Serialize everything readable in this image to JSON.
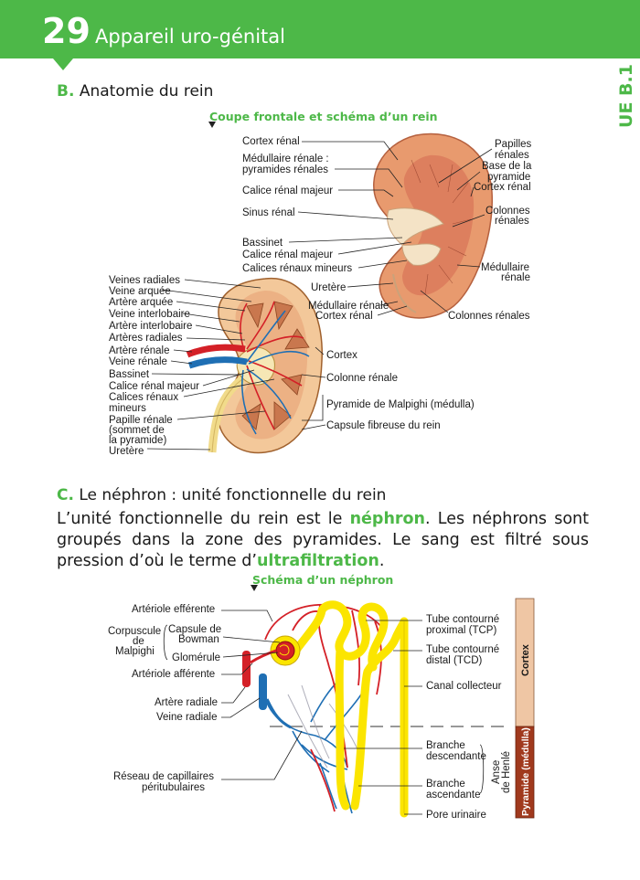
{
  "header": {
    "chapter_number": "29",
    "chapter_title": "Appareil uro-génital",
    "side_tab": "UE B.1"
  },
  "section_b": {
    "letter": "B.",
    "title": "Anatomie du rein"
  },
  "figure1": {
    "title": "Coupe frontale et schéma d’un rein",
    "labels": {
      "cortex_renal": "Cortex rénal",
      "medullaire_renale_1": "Médullaire rénale :",
      "medullaire_renale_2": "pyramides rénales",
      "calice_majeur_top": "Calice rénal majeur",
      "sinus_renal": "Sinus rénal",
      "bassinet_top": "Bassinet",
      "calice_majeur_top2": "Calice rénal majeur",
      "calices_mineurs_top": "Calices rénaux mineurs",
      "uretere_mid": "Uretère",
      "medullaire_renale_mid": "Médullaire rénale",
      "cortex_renal_mid": "Cortex rénal",
      "papilles_1": "Papilles",
      "papilles_2": "rénales",
      "base_1": "Base de la",
      "base_2": "pyramide",
      "cortex_right": "Cortex rénal",
      "colonnes_1": "Colonnes",
      "colonnes_2": "rénales",
      "medullaire_right_1": "Médullaire",
      "medullaire_right_2": "rénale",
      "colonnes_renales_bottom": "Colonnes rénales",
      "veines_radiales": "Veines radiales",
      "veine_arquee": "Veine arquée",
      "artere_arquee": "Artère arquée",
      "veine_interlobaire": "Veine interlobaire",
      "artere_interlobaire": "Artère interlobaire",
      "arteres_radiales": "Artères radiales",
      "artere_renale": "Artère rénale",
      "veine_renale": "Veine rénale",
      "bassinet": "Bassinet",
      "calice_majeur": "Calice rénal majeur",
      "calices_mineurs_1": "Calices rénaux",
      "calices_mineurs_2": "mineurs",
      "papille_1": "Papille rénale",
      "papille_2": "(sommet de",
      "papille_3": "la pyramide)",
      "uretere": "Uretère",
      "cortex": "Cortex",
      "colonne_renale": "Colonne rénale",
      "pyramide_malpighi": "Pyramide de Malpighi (médulla)",
      "capsule_fibreuse": "Capsule fibreuse du rein"
    }
  },
  "section_c": {
    "letter": "C.",
    "title": "Le néphron : unité fonctionnelle du rein",
    "text_1": "L’unité fonctionnelle du rein est le ",
    "hl_1": "néphron",
    "text_2": ". Les néphrons sont groupés dans la zone des pyramides. Le sang est filtré sous pression d’où le terme d’",
    "hl_2": "ultrafiltration",
    "text_3": "."
  },
  "figure2": {
    "title": "Schéma d’un néphron",
    "labels": {
      "arteriole_efferente": "Artériole efférente",
      "corpuscule_1": "Corpuscule",
      "corpuscule_2": "de",
      "corpuscule_3": "Malpighi",
      "capsule_1": "Capsule de",
      "capsule_2": "Bowman",
      "glomerule": "Glomérule",
      "arteriole_afferente": "Artériole afférente",
      "artere_radiale": "Artère radiale",
      "veine_radiale": "Veine radiale",
      "reseau_1": "Réseau de capillaires",
      "reseau_2": "péritubulaires",
      "tcp_1": "Tube contourné",
      "tcp_2": "proximal (TCP)",
      "tcd_1": "Tube contourné",
      "tcd_2": "distal (TCD)",
      "canal_collecteur": "Canal collecteur",
      "branche_desc_1": "Branche",
      "branche_desc_2": "descendante",
      "branche_asc_1": "Branche",
      "branche_asc_2": "ascendante",
      "anse_1": "Anse",
      "anse_2": "de Henlé",
      "pore_urinaire": "Pore urinaire",
      "zone_cortex": "Cortex",
      "zone_pyramide": "Pyramide (médulla)"
    }
  },
  "colors": {
    "accent": "#4db848",
    "artery": "#d42027",
    "vein": "#1f6fb4",
    "tubule": "#fbe500",
    "cortex_band": "#efc6a4",
    "medulla_band": "#a0391d"
  }
}
